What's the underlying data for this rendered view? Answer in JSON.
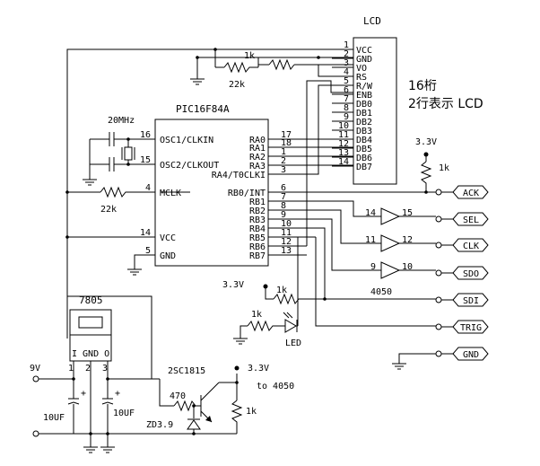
{
  "lcd": {
    "title": "LCD",
    "pins": [
      {
        "num": "1",
        "name": "VCC"
      },
      {
        "num": "2",
        "name": "GND"
      },
      {
        "num": "3",
        "name": "VO"
      },
      {
        "num": "4",
        "name": "RS"
      },
      {
        "num": "5",
        "name": "R/W"
      },
      {
        "num": "6",
        "name": "ENB"
      },
      {
        "num": "7",
        "name": "DB0"
      },
      {
        "num": "8",
        "name": "DB1"
      },
      {
        "num": "9",
        "name": "DB2"
      },
      {
        "num": "10",
        "name": "DB3"
      },
      {
        "num": "11",
        "name": "DB4"
      },
      {
        "num": "12",
        "name": "DB5"
      },
      {
        "num": "13",
        "name": "DB6"
      },
      {
        "num": "14",
        "name": "DB7"
      }
    ],
    "note_line1": "16桁",
    "note_line2": "2行表示 LCD"
  },
  "mcu": {
    "title": "PIC16F84A",
    "left_pins": [
      {
        "num": "16",
        "name": "OSC1/CLKIN"
      },
      {
        "num": "15",
        "name": "OSC2/CLKOUT"
      },
      {
        "num": "4",
        "name": "MCLK"
      },
      {
        "num": "14",
        "name": "VCC"
      },
      {
        "num": "5",
        "name": "GND"
      }
    ],
    "right_pins": [
      {
        "num": "17",
        "name": "RA0"
      },
      {
        "num": "18",
        "name": "RA1"
      },
      {
        "num": "1",
        "name": "RA2"
      },
      {
        "num": "2",
        "name": "RA3"
      },
      {
        "num": "3",
        "name": "RA4/T0CLKI"
      },
      {
        "num": "6",
        "name": "RB0/INT"
      },
      {
        "num": "7",
        "name": "RB1"
      },
      {
        "num": "8",
        "name": "RB2"
      },
      {
        "num": "9",
        "name": "RB3"
      },
      {
        "num": "10",
        "name": "RB4"
      },
      {
        "num": "11",
        "name": "RB5"
      },
      {
        "num": "12",
        "name": "RB6"
      },
      {
        "num": "13",
        "name": "RB7"
      }
    ]
  },
  "parts": {
    "crystal": "20MHz",
    "r_mclr": "22k",
    "r_contrast_1k": "1k",
    "r_contrast_22k": "22k",
    "r_ack_pullup": "1k",
    "r_sdi": "1k",
    "r_led": "1k",
    "led": "LED",
    "buffer": "4050",
    "regulator": "7805",
    "reg_pins": "I GND O",
    "reg_pin_nums": [
      "1",
      "2",
      "3"
    ],
    "cap1": "10UF",
    "cap2": "10UF",
    "transistor": "2SC1815",
    "r_base": "470",
    "zener": "ZD3.9",
    "r_load": "1k",
    "to_4050": "to 4050",
    "vin": "9V",
    "rail_33": "3.3V"
  },
  "buffers": [
    {
      "in": "14",
      "out": "15"
    },
    {
      "in": "11",
      "out": "12"
    },
    {
      "in": "9",
      "out": "10"
    }
  ],
  "connectors": [
    "ACK",
    "SEL",
    "CLK",
    "SDO",
    "SDI",
    "TRIG",
    "GND"
  ]
}
